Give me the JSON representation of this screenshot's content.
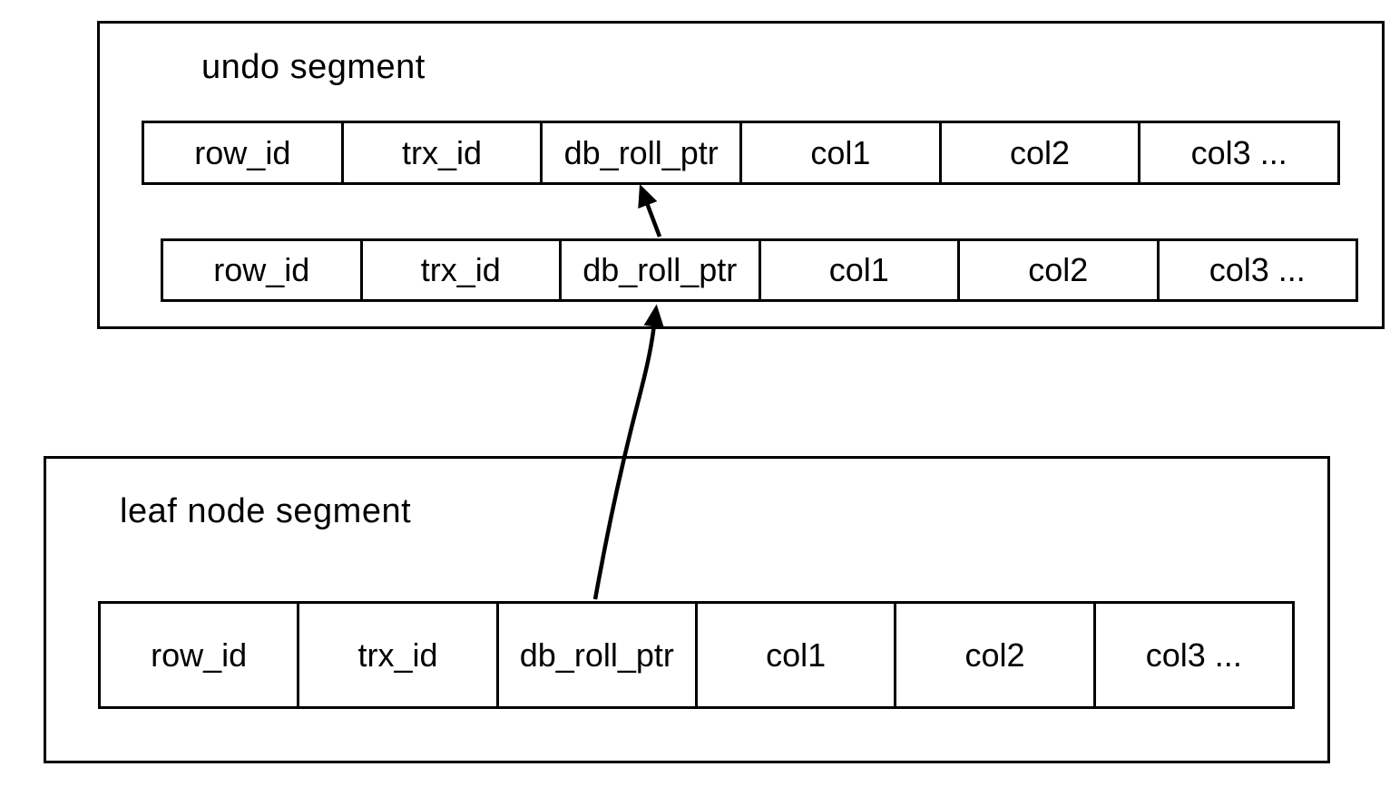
{
  "colors": {
    "background": "#ffffff",
    "line": "#000000"
  },
  "undo_segment": {
    "title": "undo segment",
    "rows": [
      {
        "cells": [
          "row_id",
          "trx_id",
          "db_roll_ptr",
          "col1",
          "col2",
          "col3 ..."
        ]
      },
      {
        "cells": [
          "row_id",
          "trx_id",
          "db_roll_ptr",
          "col1",
          "col2",
          "col3 ..."
        ]
      }
    ]
  },
  "leaf_segment": {
    "title": "leaf node segment",
    "rows": [
      {
        "cells": [
          "row_id",
          "trx_id",
          "db_roll_ptr",
          "col1",
          "col2",
          "col3 ..."
        ]
      }
    ]
  },
  "arrows": [
    {
      "from": "undo_segment row 2 db_roll_ptr",
      "to": "undo_segment row 1 db_roll_ptr"
    },
    {
      "from": "leaf_segment row db_roll_ptr",
      "to": "undo_segment row 2 db_roll_ptr"
    }
  ]
}
